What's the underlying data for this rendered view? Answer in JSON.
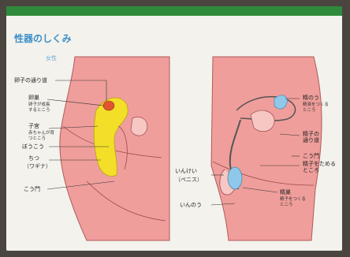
{
  "title": "性器のしくみ",
  "female": {
    "subtitle": "女性",
    "labels": {
      "oviduct": "卵子の通り道",
      "ovary": "卵巣",
      "ovary_note": "卵子が成長\nするところ",
      "uterus": "子宮",
      "uterus_note": "赤ちゃんが育\nつところ",
      "bladder": "ぼうこう",
      "vagina": "ちつ",
      "vagina_ruby": "（ワギナ）",
      "anus": "こう門"
    }
  },
  "male": {
    "labels": {
      "seminal_vesicle": "精のう",
      "seminal_vesicle_note": "精液をつくる\nところ",
      "sperm_duct": "精子の\n通り道",
      "anus": "こう門",
      "sperm_store": "精子をためる\nところ",
      "penis": "いんけい",
      "penis_ruby": "（ペニス）",
      "scrotum": "いんのう",
      "testis": "精巣",
      "testis_note": "精子をつくる\nところ"
    }
  },
  "colors": {
    "skin": "#ef9e9b",
    "uterus": "#f3df28",
    "ovary": "#e0552f",
    "organ_blue": "#8fc8e8",
    "title": "#3b8dc8",
    "frame": "#2f8a3b"
  }
}
